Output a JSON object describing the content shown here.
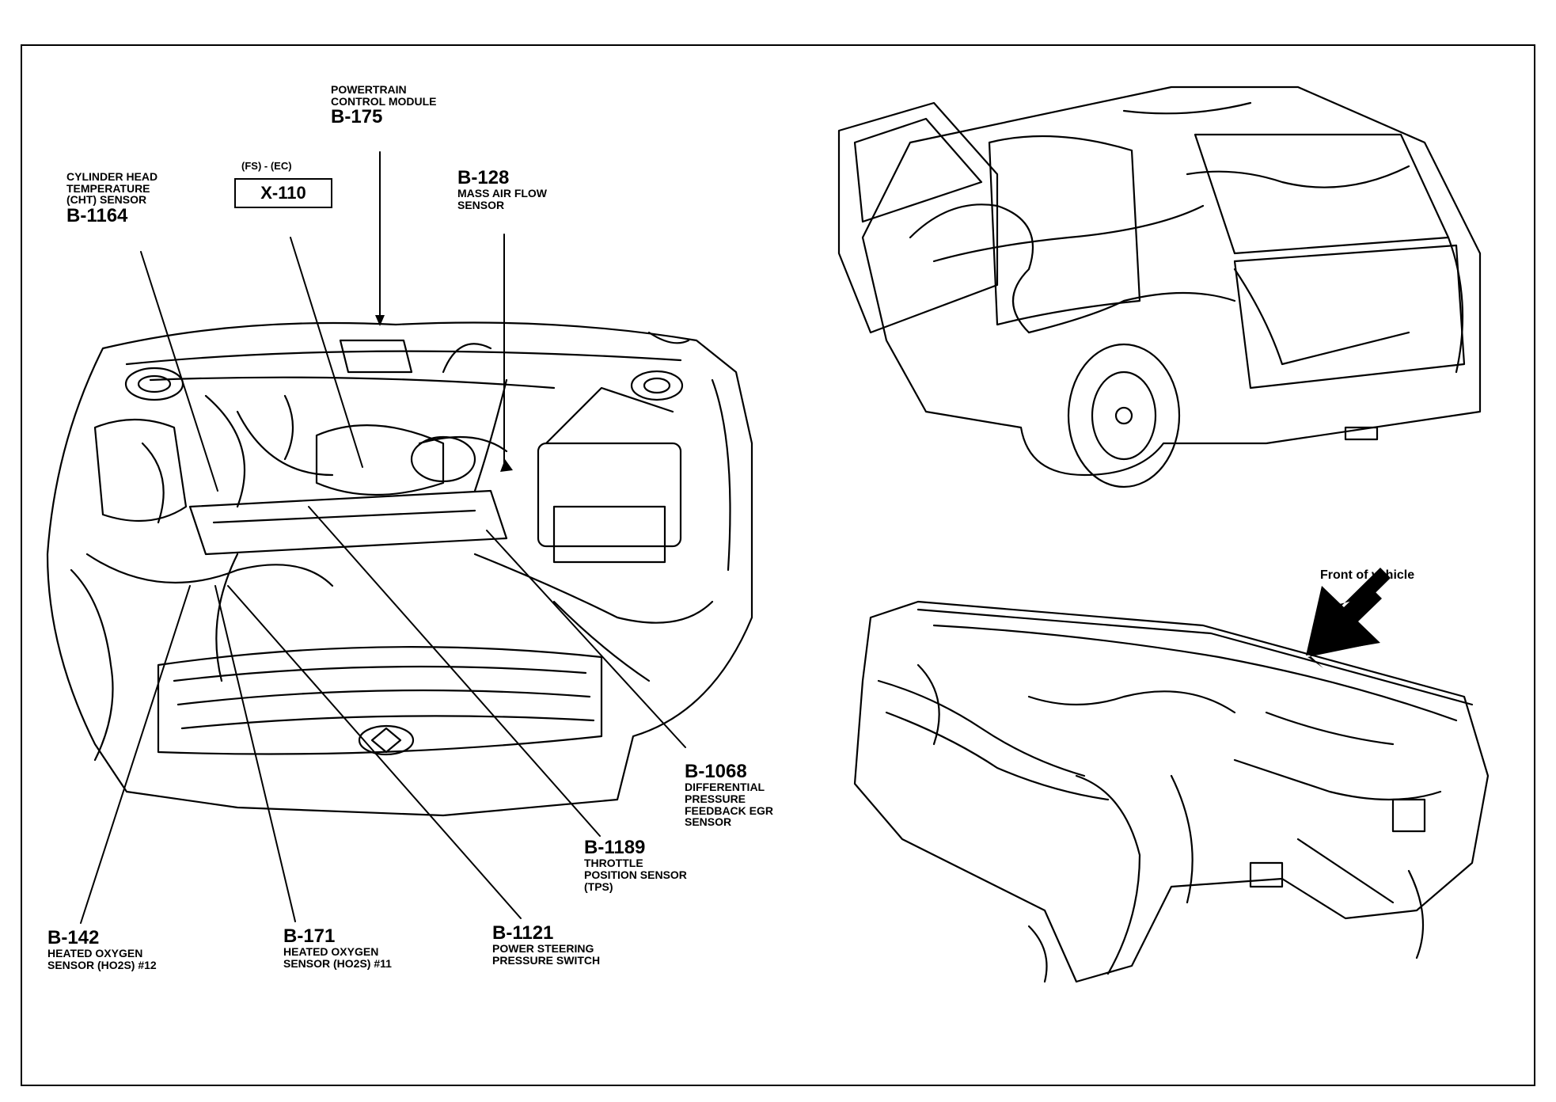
{
  "callouts": {
    "pcm": {
      "code": "B-175",
      "lines": [
        "POWERTRAIN",
        "CONTROL MODULE"
      ]
    },
    "x110": {
      "code": "X-110",
      "prefix": "(FS) - (EC)"
    },
    "cht": {
      "code": "B-1164",
      "lines": [
        "CYLINDER HEAD",
        "TEMPERATURE",
        "(CHT) SENSOR"
      ]
    },
    "maf": {
      "code": "B-128",
      "lines": [
        "MASS AIR FLOW",
        "SENSOR"
      ]
    },
    "dpfe": {
      "code": "B-1068",
      "lines": [
        "DIFFERENTIAL",
        "PRESSURE",
        "FEEDBACK EGR",
        "SENSOR"
      ]
    },
    "tps": {
      "code": "B-1189",
      "lines": [
        "THROTTLE",
        "POSITION SENSOR",
        "(TPS)"
      ]
    },
    "ho2s12": {
      "code": "B-142",
      "lines": [
        "HEATED OXYGEN",
        "SENSOR (HO2S) #12"
      ]
    },
    "ho2s11": {
      "code": "B-171",
      "lines": [
        "HEATED OXYGEN",
        "SENSOR (HO2S) #11"
      ]
    },
    "psps": {
      "code": "B-1121",
      "lines": [
        "POWER STEERING",
        "PRESSURE SWITCH"
      ]
    }
  },
  "front_label": "Front of vehicle",
  "colors": {
    "line": "#000000",
    "background": "#ffffff"
  }
}
